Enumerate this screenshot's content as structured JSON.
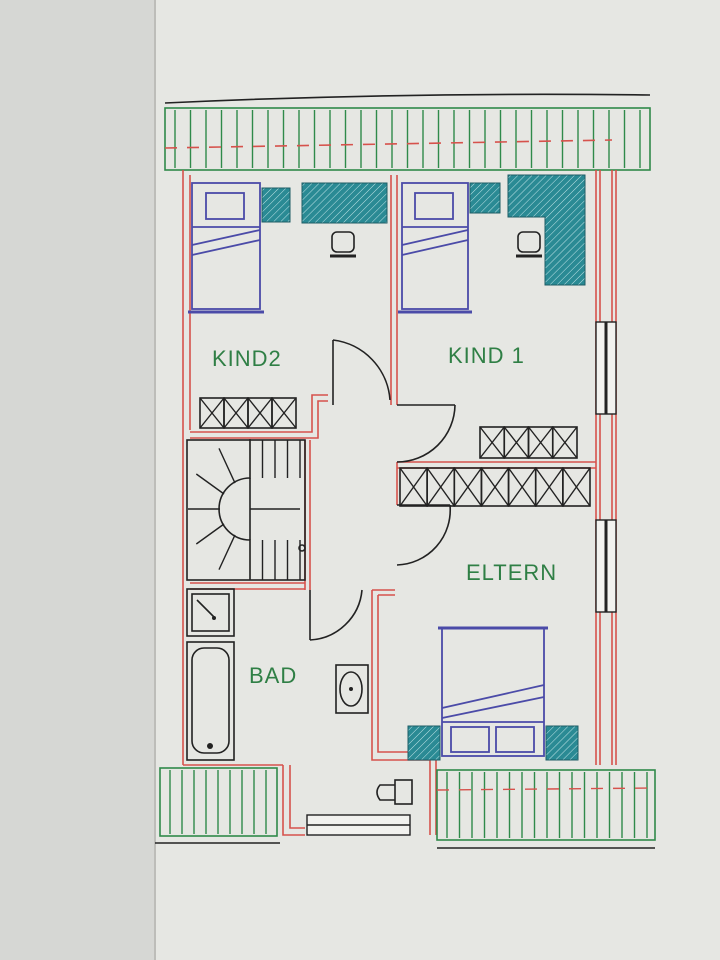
{
  "plan": {
    "rooms": {
      "kind2": "KIND2",
      "kind1": "KIND 1",
      "eltern": "ELTERN",
      "bad": "BAD"
    },
    "colors": {
      "walls": "#d6524c",
      "roof_balcony": "#2f8a4a",
      "furniture_teal": "#2a8a94",
      "bed_outline": "#4b4ba8",
      "labels": "#2f7f45"
    }
  }
}
